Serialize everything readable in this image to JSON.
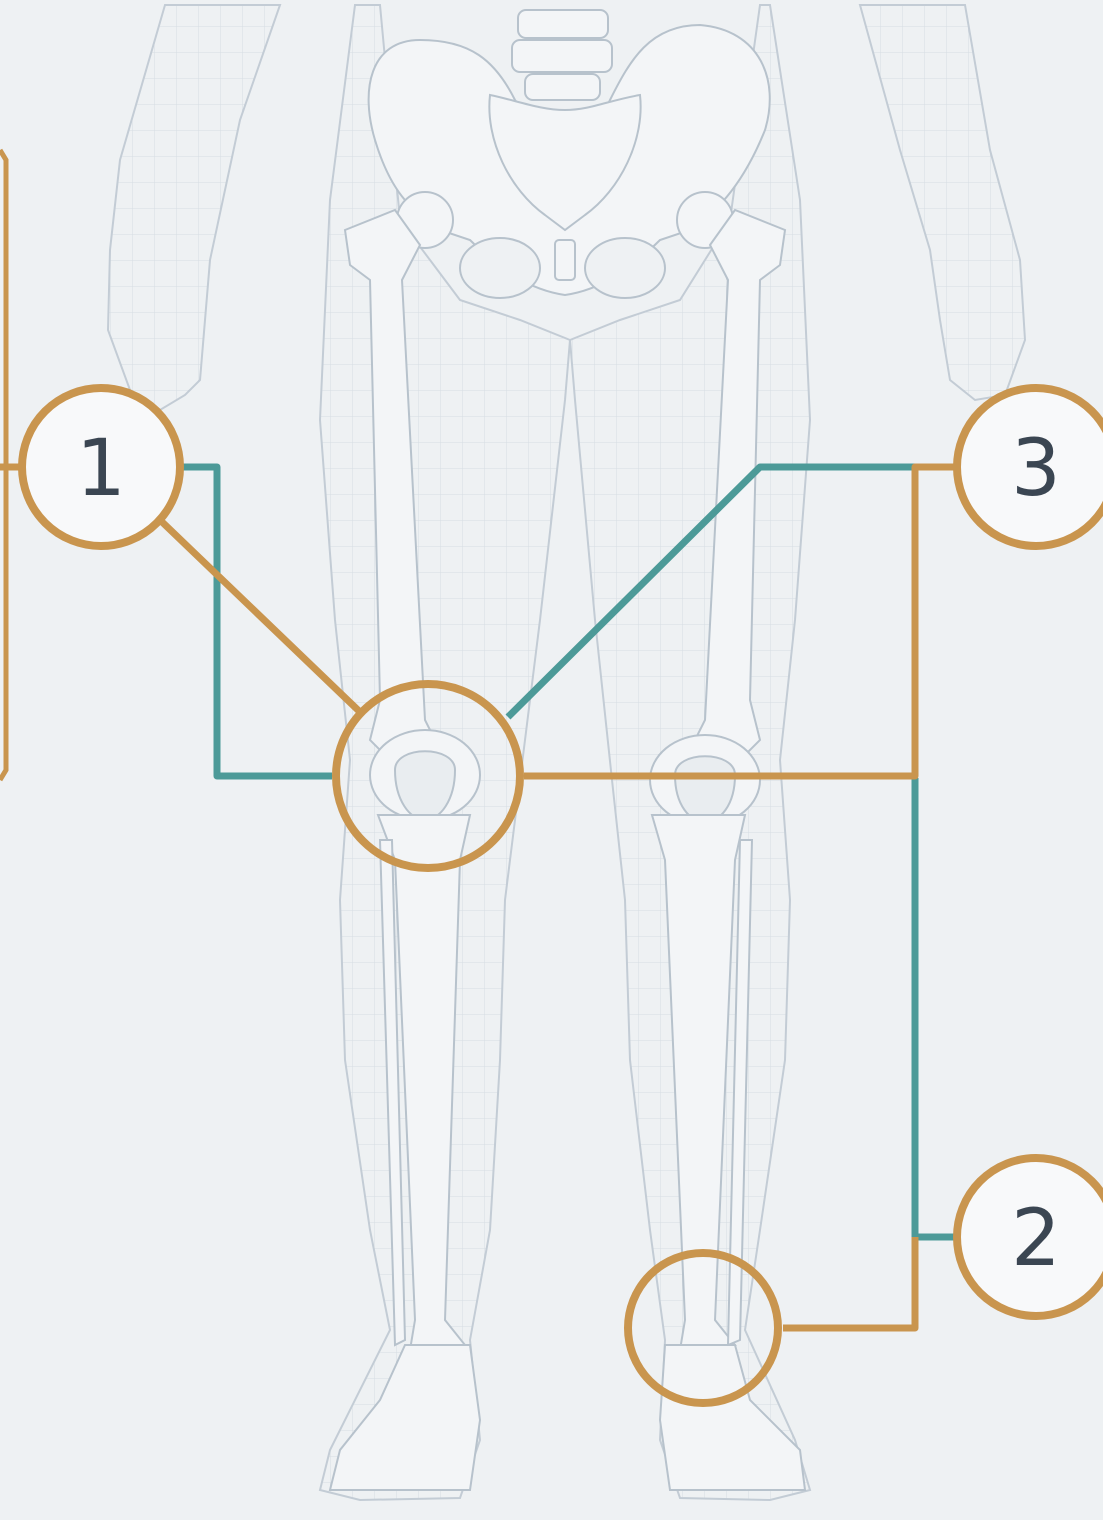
{
  "colors": {
    "background": "#eef1f3",
    "skeleton_line": "#b7c2cc",
    "skeleton_mesh": "#d3dbe2",
    "body_outline": "#c3ccd5",
    "orange_accent": "#c9954e",
    "teal_accent": "#4c9a98",
    "number_text": "#3b4652",
    "callout_fill": "#f8f9fa"
  },
  "callouts": {
    "c1": {
      "number": "1"
    },
    "c2": {
      "number": "2"
    },
    "c3": {
      "number": "3"
    }
  },
  "icons": [
    "skeleton-lower-body-illustration"
  ]
}
